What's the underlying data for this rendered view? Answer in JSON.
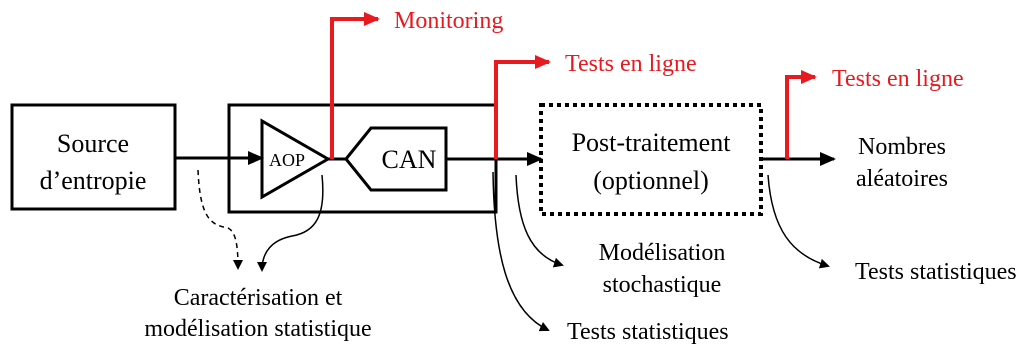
{
  "colors": {
    "line": "#000000",
    "accent": "#e8191f",
    "background": "#ffffff"
  },
  "blocks": {
    "source_line1": "Source",
    "source_line2": "d’entropie",
    "amplifier": "AOP",
    "converter": "CAN",
    "post_line1": "Post-traitement",
    "post_line2": "(optionnel)",
    "output_line1": "Nombres",
    "output_line2": "aléatoires"
  },
  "taps": {
    "monitoring": "Monitoring",
    "tests_online_1": "Tests en ligne",
    "tests_online_2": "Tests en ligne"
  },
  "annotations": {
    "charac_line1": "Caractérisation et",
    "charac_line2": "modélisation statistique",
    "model_line1": "Modélisation",
    "model_line2": "stochastique",
    "stat_tests_1": "Tests statistiques",
    "stat_tests_2": "Tests statistiques"
  }
}
